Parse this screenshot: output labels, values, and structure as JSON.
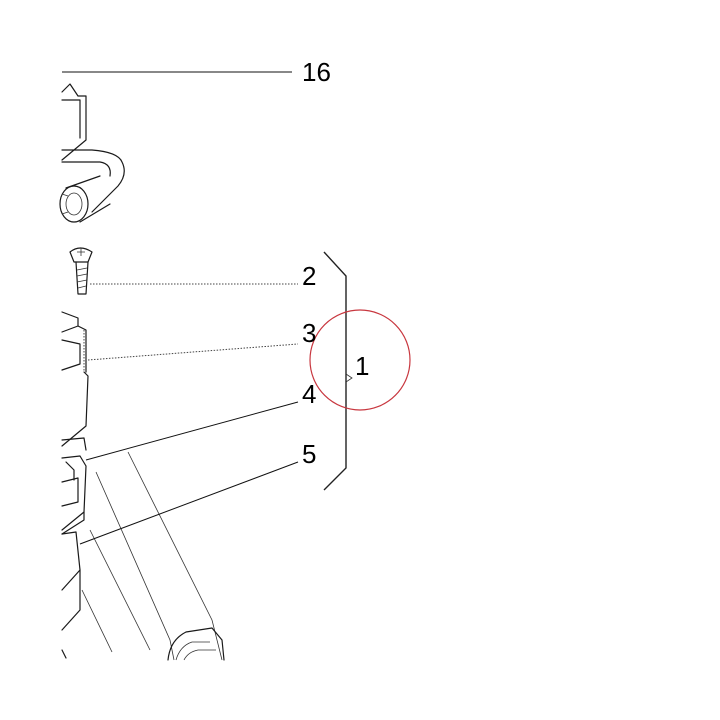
{
  "callouts": {
    "c16": "16",
    "c2": "2",
    "c3": "3",
    "c1": "1",
    "c4": "4",
    "c5": "5"
  },
  "colors": {
    "line": "#1a1a1a",
    "highlight_circle": "#c8373f",
    "background": "#ffffff"
  }
}
